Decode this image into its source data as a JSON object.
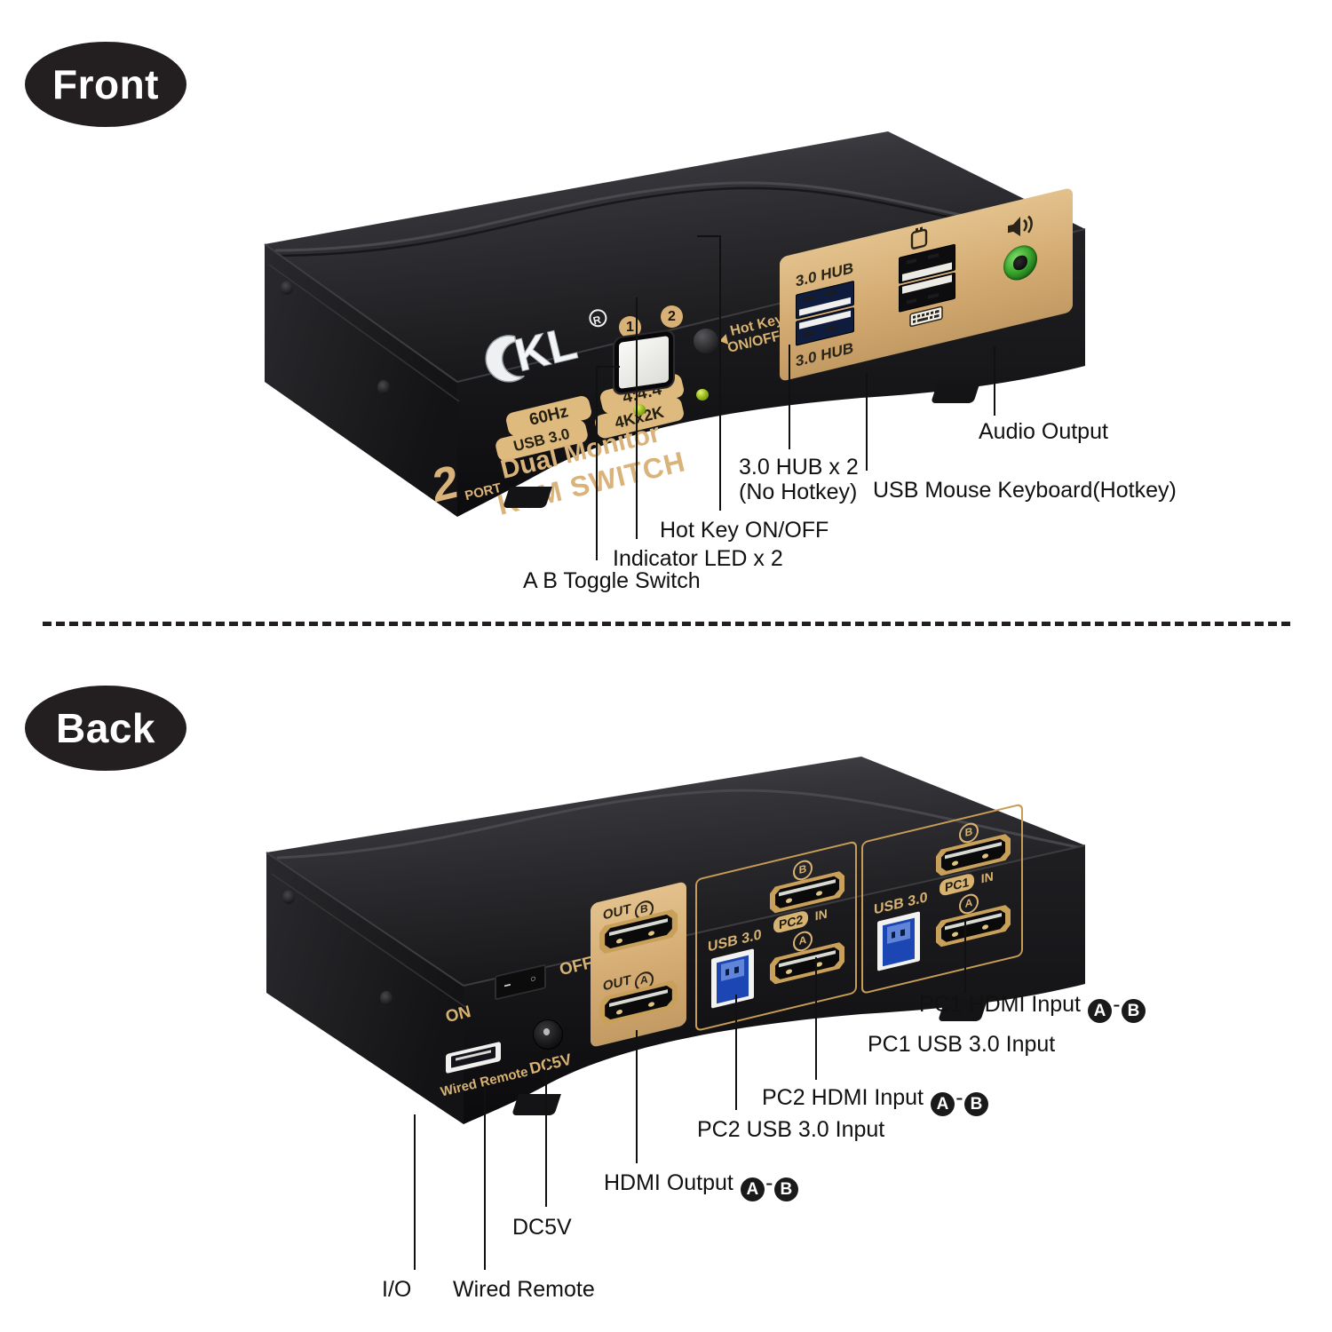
{
  "sections": {
    "front": {
      "label": "Front"
    },
    "back": {
      "label": "Back"
    }
  },
  "colors": {
    "gold_panel": "#d3ab72",
    "gold_text": "#d8b271",
    "usb3_blue": "#1c46b4",
    "audio_green": "#3aa52c",
    "body_black": "#1a1a1c",
    "callout_text": "#111111"
  },
  "product": {
    "brand": "CKL",
    "brand_mark": "®",
    "port_count": "2",
    "port_word": "PORT",
    "title_line1": "Dual Monitor",
    "title_line2": "KVM SWITCH",
    "chips": [
      "60Hz",
      "4:4:4",
      "USB 3.0",
      "4Kx2K"
    ],
    "front_panel_silk": {
      "hub_top": "3.0 HUB",
      "hub_bottom": "3.0 HUB",
      "hotkey_silk_line1": "Hot Key",
      "hotkey_silk_line2": "ON/OFF",
      "indicator_1": "1",
      "indicator_2": "2",
      "usb_icon": "usb-icon",
      "speaker_icon": "speaker-icon",
      "keyboard_icon": "keyboard-icon"
    },
    "back_panel_silk": {
      "power_on": "ON",
      "power_off": "OFF",
      "dc_label": "DC5V",
      "wired_remote_label": "Wired Remote",
      "out_b": "OUT Ⓑ",
      "out_a": "OUT Ⓐ",
      "out_b_text": "OUT",
      "out_a_text": "OUT",
      "b_letter": "B",
      "a_letter": "A",
      "usb30_pc2": "USB 3.0",
      "usb30_pc1": "USB 3.0",
      "pc2_in": "PC2 IN",
      "pc1_in": "PC1 IN",
      "pc2_label": "PC2",
      "pc1_label": "PC1",
      "in_word": "IN"
    }
  },
  "front_callouts": [
    {
      "id": "ab-toggle-switch",
      "text": "A B Toggle Switch"
    },
    {
      "id": "indicator-led",
      "text": "Indicator LED x 2"
    },
    {
      "id": "hot-key-on-off",
      "text": "Hot Key ON/OFF"
    },
    {
      "id": "hub-x2-line1",
      "text": "3.0 HUB x 2"
    },
    {
      "id": "hub-x2-line2",
      "text": "(No Hotkey)"
    },
    {
      "id": "usb-mouse-keyboard",
      "text": "USB Mouse Keyboard(Hotkey)"
    },
    {
      "id": "audio-output",
      "text": "Audio Output"
    }
  ],
  "back_callouts": [
    {
      "id": "io",
      "text": "I/O"
    },
    {
      "id": "wired-remote",
      "text": "Wired Remote"
    },
    {
      "id": "dc5v",
      "text": "DC5V"
    },
    {
      "id": "hdmi-output",
      "text": "HDMI Output",
      "badge_a": "A",
      "badge_b": "B"
    },
    {
      "id": "pc2-usb-input",
      "text": "PC2 USB 3.0 Input"
    },
    {
      "id": "pc2-hdmi-input",
      "text": "PC2 HDMI Input",
      "badge_a": "A",
      "badge_b": "B"
    },
    {
      "id": "pc1-usb-input",
      "text": "PC1 USB 3.0 Input"
    },
    {
      "id": "pc1-hdmi-input",
      "text": "PC1 HDMI Input",
      "badge_a": "A",
      "badge_b": "B"
    }
  ]
}
